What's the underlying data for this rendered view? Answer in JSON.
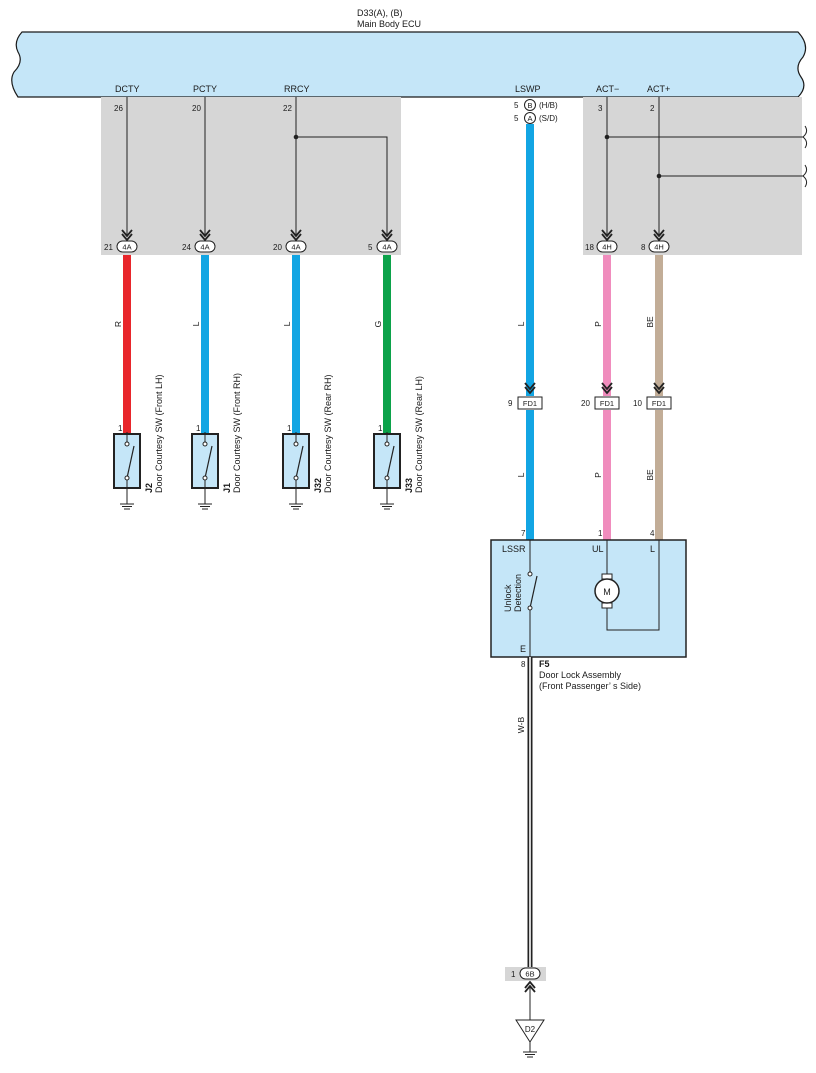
{
  "ecu": {
    "connector_id": "D33(A), (B)",
    "name": "Main Body ECU",
    "fill_color": "#c5e6f8",
    "pins": {
      "dcty": {
        "name": "DCTY",
        "num": "26"
      },
      "pcty": {
        "name": "PCTY",
        "num": "20"
      },
      "rrcy": {
        "name": "RRCY",
        "num": "22"
      },
      "lswp": {
        "name": "LSWP",
        "num_b": "5",
        "conn_b": "B",
        "variant_b": "(H/B)",
        "num_a": "5",
        "conn_a": "A",
        "variant_a": "(S/D)"
      },
      "act_minus": {
        "name": "ACT−",
        "num": "3"
      },
      "act_plus": {
        "name": "ACT+",
        "num": "2"
      }
    }
  },
  "junction_color": "#d6d6d6",
  "junctions": {
    "j4a_1": {
      "pin": "21",
      "conn": "4A"
    },
    "j4a_2": {
      "pin": "24",
      "conn": "4A"
    },
    "j4a_3": {
      "pin": "20",
      "conn": "4A"
    },
    "j4a_4": {
      "pin": "5",
      "conn": "4A"
    },
    "j4h_1": {
      "pin": "18",
      "conn": "4H"
    },
    "j4h_2": {
      "pin": "8",
      "conn": "4H"
    }
  },
  "wires": {
    "w1": {
      "code": "R",
      "color": "#e8262b"
    },
    "w2": {
      "code": "L",
      "color": "#12a5e3"
    },
    "w3": {
      "code": "L",
      "color": "#12a5e3"
    },
    "w4": {
      "code": "G",
      "color": "#0ca24a"
    },
    "w5_upper": {
      "code": "L",
      "color": "#12a5e3"
    },
    "w5_lower": {
      "code": "L",
      "color": "#12a5e3"
    },
    "w6_upper": {
      "code": "P",
      "color": "#f08cbd"
    },
    "w6_lower": {
      "code": "P",
      "color": "#f08cbd"
    },
    "w7_upper": {
      "code": "BE",
      "color": "#c2ad97"
    },
    "w7_lower": {
      "code": "BE",
      "color": "#c2ad97"
    },
    "ground_wire": {
      "code": "W-B"
    }
  },
  "fd1": [
    {
      "pin": "9",
      "conn": "FD1"
    },
    {
      "pin": "20",
      "conn": "FD1"
    },
    {
      "pin": "10",
      "conn": "FD1"
    }
  ],
  "switches": [
    {
      "id": "J2",
      "name": "Door Courtesy SW (Front LH)",
      "pin": "1"
    },
    {
      "id": "J1",
      "name": "Door Courtesy SW (Front RH)",
      "pin": "1"
    },
    {
      "id": "J32",
      "name": "Door Courtesy SW (Rear RH)",
      "pin": "1"
    },
    {
      "id": "J33",
      "name": "Door Courtesy SW (Rear LH)",
      "pin": "1"
    }
  ],
  "door_lock": {
    "id": "F5",
    "name_line1": "Door Lock Assembly",
    "name_line2": "(Front Passenger’ s Side)",
    "fill_color": "#c5e6f8",
    "pin_lssr": {
      "name": "LSSR",
      "num": "7"
    },
    "pin_ul": {
      "name": "UL",
      "num": "1"
    },
    "pin_l": {
      "name": "L",
      "num": "4"
    },
    "pin_e": {
      "name": "E",
      "num": "8"
    },
    "detection_line1": "Unlock",
    "detection_line2": "Detection",
    "motor_label": "M"
  },
  "ground_connector": {
    "pin": "1",
    "conn": "6B"
  },
  "ground_point": "D2"
}
